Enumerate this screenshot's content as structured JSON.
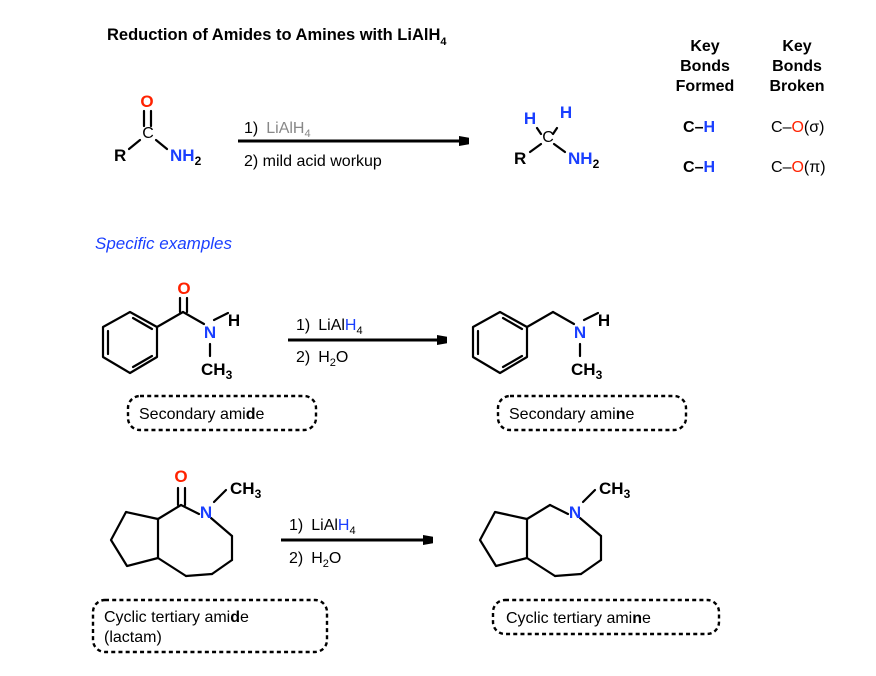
{
  "title": {
    "main": "Reduction of Amides to Amines with LiAlH",
    "sub": "4"
  },
  "colors": {
    "oxygen": "#ff2200",
    "nitrogen": "#1a3fff",
    "blue_text": "#1a3fff",
    "gray": "#888888"
  },
  "table": {
    "col1_header": [
      "Key",
      "Bonds",
      "Formed"
    ],
    "col2_header": [
      "Key",
      "Bonds",
      "Broken"
    ],
    "formed_rows": [
      {
        "left": "C",
        "dash": "–",
        "right": "H"
      },
      {
        "left": "C",
        "dash": "–",
        "right": "H"
      }
    ],
    "broken_rows": [
      {
        "left": "C",
        "dash": "–",
        "right": "O",
        "paren": "(σ)"
      },
      {
        "left": "C",
        "dash": "–",
        "right": "O",
        "paren": "(π)"
      }
    ]
  },
  "general": {
    "reactant": {
      "O": "O",
      "C": "C",
      "R": "R",
      "N": "NH",
      "N_sub": "2"
    },
    "step1_num": "1)",
    "step1_reagent": "LiAlH",
    "step1_sub": "4",
    "step2": "2) mild acid workup",
    "product": {
      "H1": "H",
      "H2": "H",
      "C": "C",
      "R": "R",
      "N": "NH",
      "N_sub": "2"
    }
  },
  "examples_heading": "Specific examples",
  "example1": {
    "O": "O",
    "N": "N",
    "H": "H",
    "CH3_main": "CH",
    "CH3_sub": "3",
    "step1_num": "1)",
    "step1_reagent_black": "LiAl",
    "step1_reagent_blue": "H",
    "step1_sub": "4",
    "step2_num": "2)",
    "step2_H": "H",
    "step2_sub": "2",
    "step2_O": "O",
    "prod_N": "N",
    "prod_H": "H",
    "prod_CH3_main": "CH",
    "prod_CH3_sub": "3",
    "label_reactant": {
      "pre": "Secondary ami",
      "bold": "d",
      "post": "e"
    },
    "label_product": {
      "pre": "Secondary ami",
      "bold": "n",
      "post": "e"
    }
  },
  "example2": {
    "O": "O",
    "N": "N",
    "CH3_main": "CH",
    "CH3_sub": "3",
    "step1_num": "1)",
    "step1_reagent_black": "LiAl",
    "step1_reagent_blue": "H",
    "step1_sub": "4",
    "step2_num": "2)",
    "step2_H": "H",
    "step2_sub": "2",
    "step2_O": "O",
    "prod_N": "N",
    "prod_CH3_main": "CH",
    "prod_CH3_sub": "3",
    "label_reactant_line1": {
      "pre": "Cyclic tertiary ami",
      "bold": "d",
      "post": "e"
    },
    "label_reactant_line2": "(lactam)",
    "label_product": {
      "pre": "Cyclic tertiary ami",
      "bold": "n",
      "post": "e"
    }
  }
}
